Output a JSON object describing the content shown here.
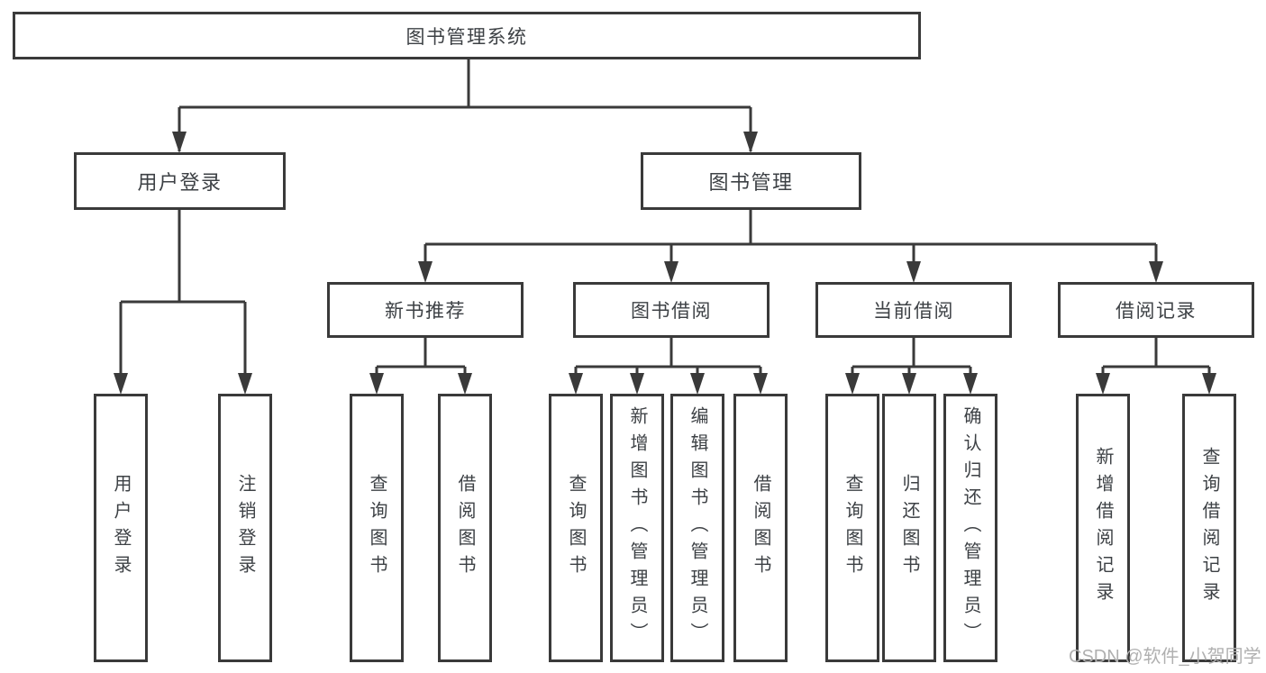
{
  "tree": {
    "root": {
      "label": "图书管理系统"
    },
    "children": [
      {
        "label": "用户登录",
        "children": [
          {
            "label": "用户登录"
          },
          {
            "label": "注销登录"
          }
        ]
      },
      {
        "label": "图书管理",
        "children": [
          {
            "label": "新书推荐",
            "children": [
              {
                "label": "查询图书"
              },
              {
                "label": "借阅图书"
              }
            ]
          },
          {
            "label": "图书借阅",
            "children": [
              {
                "label": "查询图书"
              },
              {
                "label": "新增图书（管理员）"
              },
              {
                "label": "编辑图书（管理员）"
              },
              {
                "label": "借阅图书"
              }
            ]
          },
          {
            "label": "当前借阅",
            "children": [
              {
                "label": "查询图书"
              },
              {
                "label": "归还图书"
              },
              {
                "label": "确认归还（管理员）"
              }
            ]
          },
          {
            "label": "借阅记录",
            "children": [
              {
                "label": "新增借阅记录"
              },
              {
                "label": "查询借阅记录"
              }
            ]
          }
        ]
      }
    ]
  },
  "watermark": {
    "text": "CSDN @软件_小贺同学"
  },
  "colors": {
    "line": "#3a3a3a",
    "text": "#3d4145",
    "watermark": "#b0b0b0",
    "background": "#ffffff"
  }
}
